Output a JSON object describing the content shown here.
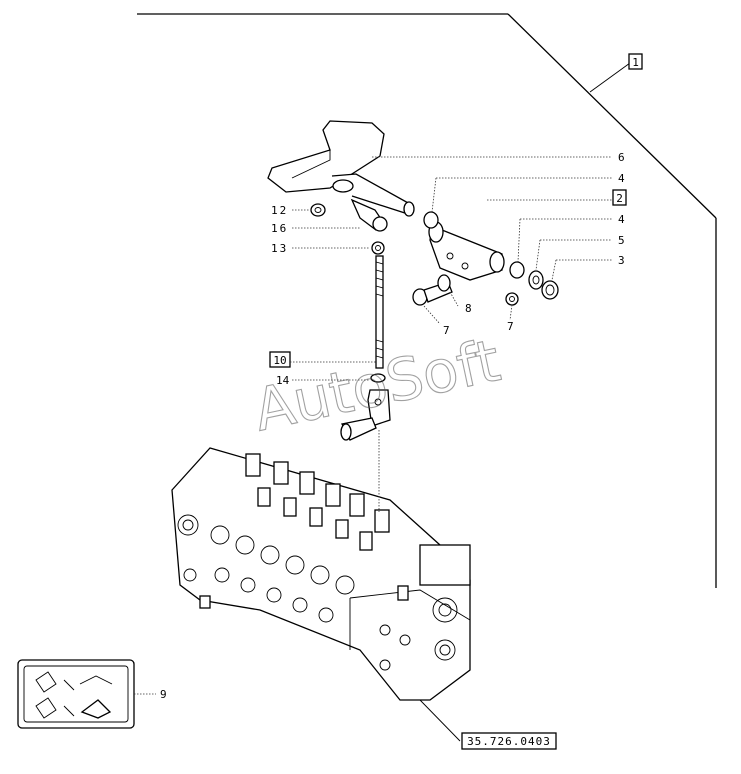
{
  "watermark": "AutoSoft",
  "reference_code": "35.726.0403",
  "boxed_refs": [
    "1",
    "2",
    "10"
  ],
  "callouts": {
    "c6": "6",
    "c4a": "4",
    "c4b": "4",
    "c5": "5",
    "c3": "3",
    "c12": "12",
    "c16": "16",
    "c13": "13",
    "c14": "14",
    "c8": "8",
    "c7a": "7",
    "c7b": "7",
    "c9": "9"
  }
}
